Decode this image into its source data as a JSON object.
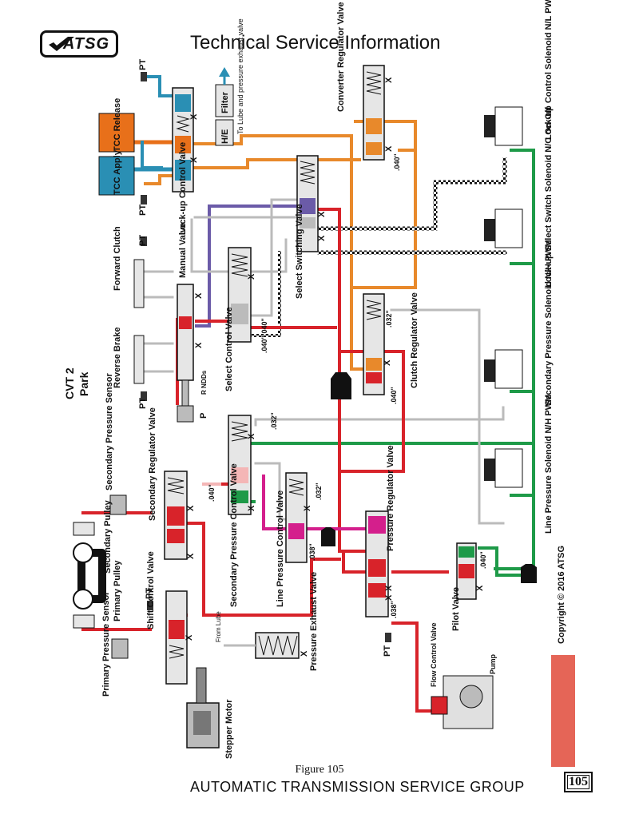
{
  "header": {
    "logo_text": "ATSG",
    "title": "Technical Service Information"
  },
  "footer": {
    "figure": "Figure 105",
    "organization": "AUTOMATIC TRANSMISSION SERVICE GROUP",
    "page_number": "105",
    "copyright": "Copyright © 2016 ATSG"
  },
  "diagram": {
    "mode_label": "CVT 2",
    "mode_sublabel": "Park",
    "labels": {
      "tcc_release": "TCC Release",
      "tcc_apply": "TCC Apply",
      "he": "H/E",
      "filter": "Filter",
      "to_lube": "To Lube and pressure exhaust valve",
      "converter_reg": "Converter Regulator Valve",
      "lockup_control_solenoid": "Lock-up Control Solenoid N/L PWM",
      "lockup_control_valve": "Lock-up Control Valve",
      "lockup_select_solenoid": "Lock-up Select Switch Solenoid N/C On-Off",
      "select_switching": "Select Switching Valve",
      "forward_clutch": "Forward Clutch",
      "manual_valve": "Manual Valve",
      "reverse_brake": "Reverse Brake",
      "select_control": "Select Control Valve",
      "clutch_regulator": "Clutch Regulator Valve",
      "secondary_pressure_solenoid": "Secondary Pressure Solenoid N/H PWM",
      "secondary_pressure_sensor": "Secondary Pressure Sensor",
      "secondary_regulator": "Secondary Regulator Valve",
      "secondary_pulley": "Secondary Pulley",
      "line_pressure_solenoid": "Line Pressure Solenoid N/H PWM",
      "secondary_pressure_control": "Secondary Pressure Control Valve",
      "line_pressure_control": "Line Pressure Control Valve",
      "pressure_regulator": "Pressure Regulator Valve",
      "primary_pulley": "Primary Pulley",
      "shift_control": "Shift Control Valve",
      "pilot_valve": "Pilot Valve",
      "primary_pressure_sensor": "Primary Pressure Sensor",
      "from_lube": "From Lube",
      "pressure_exhaust": "Pressure Exhaust Valve",
      "flow_control": "Flow Control Valve",
      "pump": "Pump",
      "stepper_motor": "Stepper Motor",
      "pt": "PT",
      "x": "X",
      "gear_p": "P",
      "gear_r": "R",
      "gear_n": "N",
      "gear_d": "D",
      "gear_ds": "Ds",
      "orifice_040": ".040\"",
      "orifice_032": ".032\"",
      "orifice_038": ".038\""
    }
  },
  "colors": {
    "line_pressure": "#d8232a",
    "secondary_pressure": "#f4b6b6",
    "converter": "#e8892b",
    "tcc_apply": "#2a8fb4",
    "tcc_release": "#e8701a",
    "lockup_select": "#6b5ba8",
    "solenoid_feed": "#1e9a48",
    "clutch": "#bbbbbb",
    "pressure_regulator": "#d41f8c",
    "exhaust": "#111111"
  }
}
